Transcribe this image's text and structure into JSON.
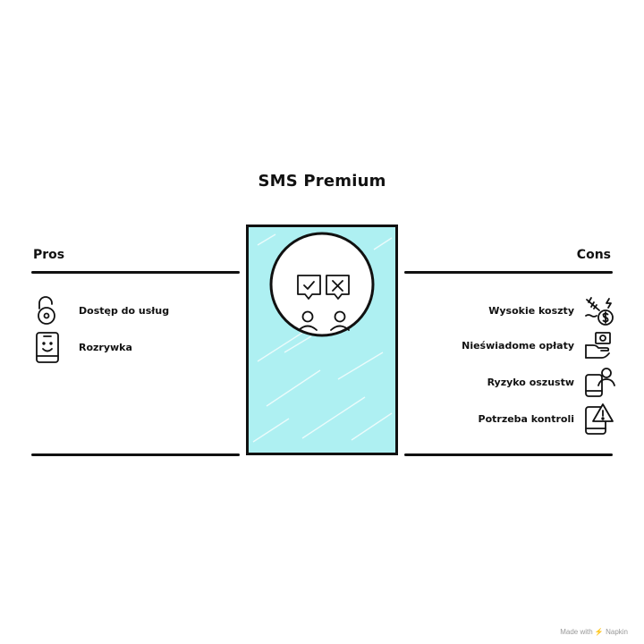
{
  "title": "SMS Premium",
  "pros": {
    "heading": "Pros",
    "items": [
      {
        "label": "Dostęp do usług",
        "icon": "unlocked-padlock-icon"
      },
      {
        "label": "Rozrywka",
        "icon": "smiling-phone-icon"
      }
    ]
  },
  "cons": {
    "heading": "Cons",
    "items": [
      {
        "label": "Wysokie koszty",
        "icon": "money-drain-icon"
      },
      {
        "label": "Nieświadome opłaty",
        "icon": "hand-paying-icon"
      },
      {
        "label": "Ryzyko oszustw",
        "icon": "phone-scammer-icon"
      },
      {
        "label": "Potrzeba kontroli",
        "icon": "phone-warning-icon"
      }
    ]
  },
  "center_icon": "approve-reject-people-icon",
  "footer": "Made with ⚡ Napkin",
  "colors": {
    "card_fill": "#aef0f2",
    "ink": "#111111"
  }
}
